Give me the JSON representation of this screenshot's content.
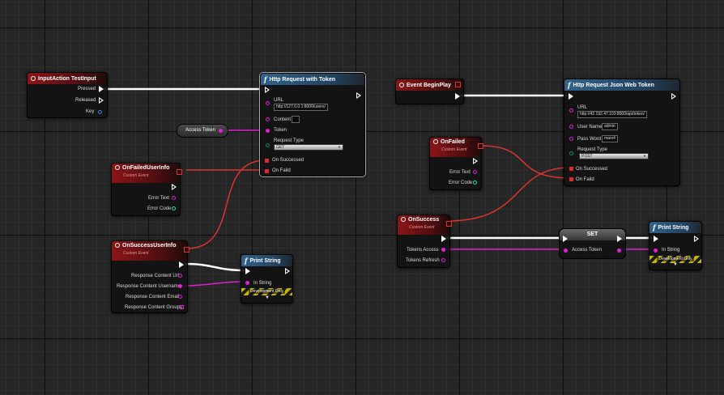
{
  "input_node": {
    "title": "InputAction TestInput",
    "pins": [
      "Pressed",
      "Released",
      "Key"
    ]
  },
  "http_node": {
    "title": "Http Request with Token",
    "url_label": "URL",
    "url_value": "http://127.0.0.1:8000/users/",
    "content_label": "Content",
    "token_label": "Token",
    "request_type_label": "Request Type",
    "request_type_value": "GET",
    "on_successed": "On Successed",
    "on_faild": "On Faild"
  },
  "access_token_var": {
    "label": "Access Token"
  },
  "failed_user_info": {
    "title": "OnFailedUserInfo",
    "subtitle": "Custom Event",
    "pins": [
      "Error Text",
      "Error Code"
    ]
  },
  "success_user_info": {
    "title": "OnSuccessUserInfo",
    "subtitle": "Custom Event",
    "pins": [
      "Response Content Url",
      "Response Content Username",
      "Response Content Email",
      "Response Content Groups"
    ]
  },
  "print_string_1": {
    "title": "Print String",
    "in_string": "In String",
    "dev_only": "Development Only"
  },
  "begin_play": {
    "title": "Event BeginPlay"
  },
  "jwt_node": {
    "title": "Http Request Json Web Token",
    "url_label": "URL",
    "url_value": "http://42.192.47.103:8000/api/token/",
    "user_name_label": "User Name",
    "user_name_value": "admin",
    "pass_word_label": "Pass Word",
    "pass_word_value": "marx4",
    "request_type_label": "Request Type",
    "request_type_value": "POST",
    "on_successed": "On Successed",
    "on_faild": "On Faild"
  },
  "on_failed": {
    "title": "OnFailed",
    "subtitle": "Custom Event",
    "pins": [
      "Error Text",
      "Error Code"
    ]
  },
  "on_success": {
    "title": "OnSuccess",
    "subtitle": "Custom Event",
    "pins": [
      "Tokens Access",
      "Tokens Refresh"
    ]
  },
  "set_node": {
    "title": "SET",
    "pin": "Access Token"
  },
  "print_string_2": {
    "title": "Print String",
    "in_string": "In String",
    "dev_only": "Development Only"
  },
  "colors": {
    "exec_wire": "#ffffff",
    "string_wire": "#e21fd4",
    "delegate_wire": "#d8342f",
    "event_header": "#8b1518",
    "function_header": "#32628b",
    "background": "#262626"
  }
}
